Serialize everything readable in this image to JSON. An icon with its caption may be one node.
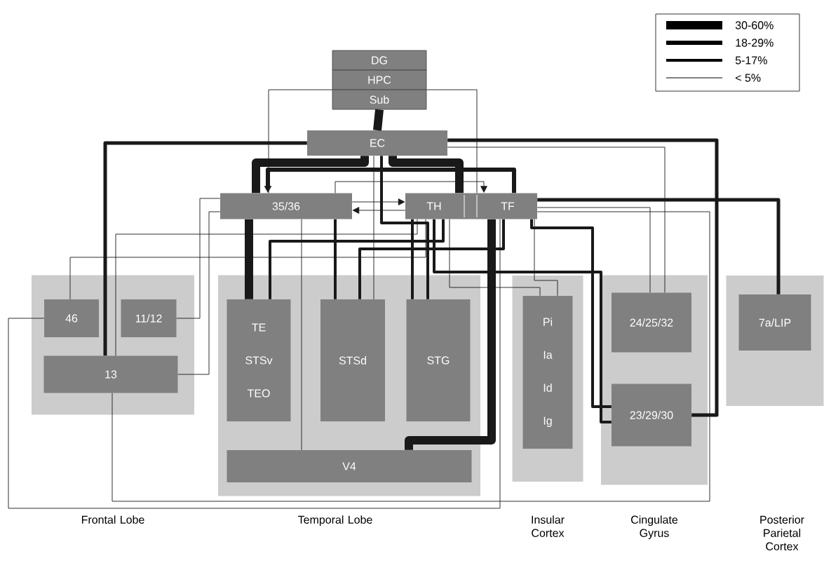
{
  "diagram": {
    "nodes": [
      {
        "text": [
          "DG"
        ]
      },
      {
        "text": [
          "HPC"
        ]
      },
      {
        "text": [
          "Sub"
        ]
      },
      {
        "text": [
          "EC"
        ]
      },
      {
        "text": [
          "35/36"
        ]
      },
      {
        "text": [
          "TH"
        ]
      },
      {
        "text": [
          "TF"
        ]
      },
      {
        "text": [],
        "shape": "box"
      },
      {
        "text": [
          "46"
        ],
        "in": 7
      },
      {
        "text": [
          "11/12"
        ],
        "in": 7
      },
      {
        "text": [
          "13"
        ],
        "in": 7
      },
      {
        "text": [],
        "shape": "box"
      },
      {
        "text": [
          "TE",
          "STSv",
          "TEO"
        ],
        "in": 11
      },
      {
        "text": [
          "STSd"
        ],
        "in": 11
      },
      {
        "text": [
          "STG"
        ],
        "in": 11
      },
      {
        "text": [
          "V4"
        ],
        "in": 11
      },
      {
        "text": [],
        "shape": "box"
      },
      {
        "text": [
          "Pi",
          "Ia",
          "Id",
          "Ig"
        ],
        "in": 16
      },
      {
        "text": [],
        "shape": "box"
      },
      {
        "text": [
          "24/25/32"
        ],
        "in": 18
      },
      {
        "text": [
          "23/29/30"
        ],
        "in": 18
      },
      {
        "text": [],
        "shape": "box"
      },
      {
        "text": [
          "7a/LIP"
        ],
        "in": 21
      }
    ],
    "edges": [
      {
        "from": 2,
        "to": 3,
        "arrow": "none",
        "style": "thick"
      },
      {
        "from": 3,
        "to": 4,
        "arrow": "none",
        "style": "thick"
      },
      {
        "from": 3,
        "to": 5,
        "arrow": "none",
        "style": "thick"
      },
      {
        "from": 3,
        "to": 10,
        "arrow": "none",
        "style": "thick"
      },
      {
        "from": 3,
        "to": 20,
        "arrow": "none",
        "style": "thick"
      },
      {
        "from": 3,
        "to": 19,
        "arrow": "none"
      },
      {
        "from": 6,
        "to": 4,
        "arrow": "to",
        "style": "thick"
      },
      {
        "from": 4,
        "to": 6,
        "arrow": "to"
      },
      {
        "from": 4,
        "to": 5,
        "arrow": "to"
      },
      {
        "from": 5,
        "to": 4,
        "arrow": "to"
      },
      {
        "from": 2,
        "to": 4,
        "arrow": "none"
      },
      {
        "from": 2,
        "to": 6,
        "arrow": "none"
      },
      {
        "from": 4,
        "to": 12,
        "arrow": "none",
        "style": "thick"
      },
      {
        "from": 4,
        "to": 13,
        "arrow": "none",
        "style": "thick"
      },
      {
        "from": 4,
        "to": 15,
        "arrow": "none"
      },
      {
        "from": 4,
        "to": 9,
        "arrow": "none"
      },
      {
        "from": 4,
        "to": 10,
        "arrow": "none"
      },
      {
        "from": 5,
        "to": 8,
        "arrow": "none"
      },
      {
        "from": 5,
        "to": 10,
        "arrow": "none"
      },
      {
        "from": 6,
        "to": 22,
        "arrow": "none",
        "style": "thick"
      },
      {
        "from": 6,
        "to": 19,
        "arrow": "none"
      },
      {
        "from": 6,
        "to": 10,
        "arrow": "none"
      },
      {
        "from": 6,
        "to": 20,
        "arrow": "none",
        "style": "thick"
      },
      {
        "from": 5,
        "to": 20,
        "arrow": "none",
        "style": "thick"
      },
      {
        "from": 6,
        "to": 15,
        "arrow": "none",
        "style": "thick"
      },
      {
        "from": 6,
        "to": 13,
        "arrow": "none",
        "style": "thick"
      },
      {
        "from": 5,
        "to": 14,
        "arrow": "none",
        "style": "thick"
      },
      {
        "from": 12,
        "to": 5,
        "arrow": "none",
        "style": "thick"
      },
      {
        "from": 3,
        "to": 13,
        "arrow": "none"
      },
      {
        "from": 3,
        "to": 14,
        "arrow": "none",
        "style": "thick"
      },
      {
        "from": 5,
        "to": 17,
        "arrow": "none"
      },
      {
        "from": 6,
        "to": 17,
        "arrow": "none"
      },
      {
        "from": 8,
        "to": 6,
        "arrow": "none"
      }
    ],
    "labels": [
      "Frontal Lobe",
      "Temporal Lobe",
      "Insular Cortex",
      "Cingulate Gyrus",
      "Posterior Parietal Cortex"
    ],
    "legend": [
      {
        "text": "30-60%"
      },
      {
        "text": "18-29%"
      },
      {
        "text": "5-17%"
      },
      {
        "text": "< 5%"
      }
    ]
  }
}
